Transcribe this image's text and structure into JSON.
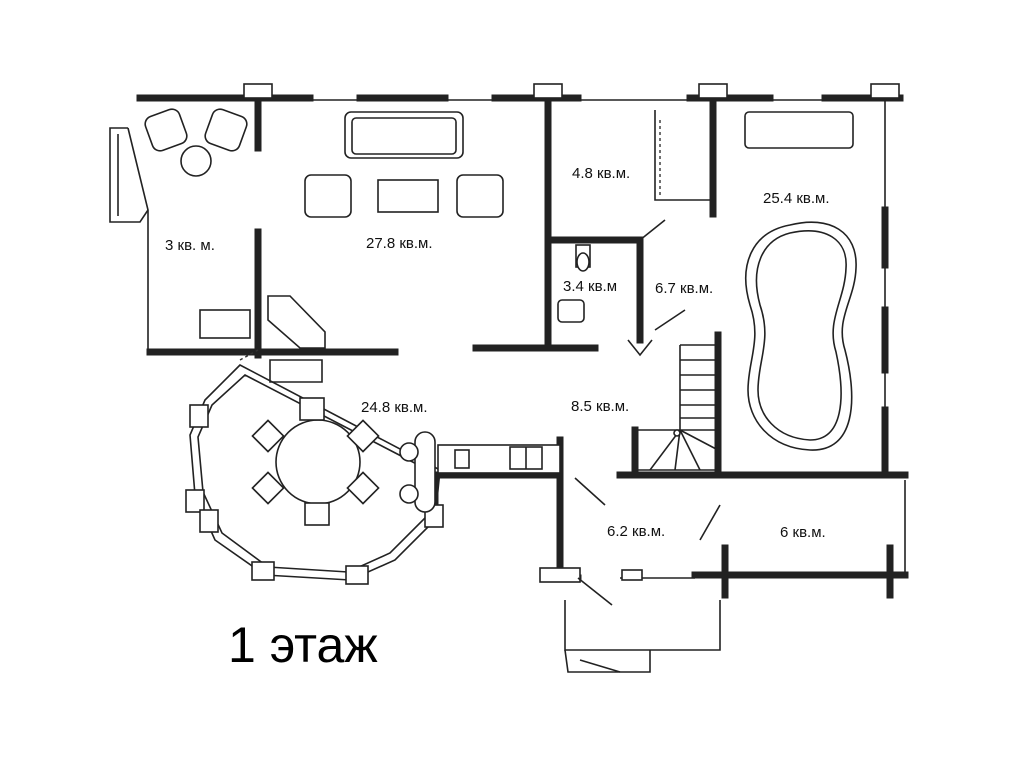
{
  "floor_title": "1 этаж",
  "rooms": [
    {
      "id": "terrace",
      "area": "3 кв. м."
    },
    {
      "id": "living",
      "area": "27.8 кв.м."
    },
    {
      "id": "storage",
      "area": "4.8 кв.м."
    },
    {
      "id": "pool",
      "area": "25.4 кв.м."
    },
    {
      "id": "bathroom",
      "area": "3.4 кв.м"
    },
    {
      "id": "corridor",
      "area": "6.7 кв.м."
    },
    {
      "id": "dining",
      "area": "24.8 кв.м."
    },
    {
      "id": "stairs-hall",
      "area": "8.5 кв.м."
    },
    {
      "id": "entry",
      "area": "6.2 кв.м."
    },
    {
      "id": "utility",
      "area": "6 кв.м."
    }
  ]
}
